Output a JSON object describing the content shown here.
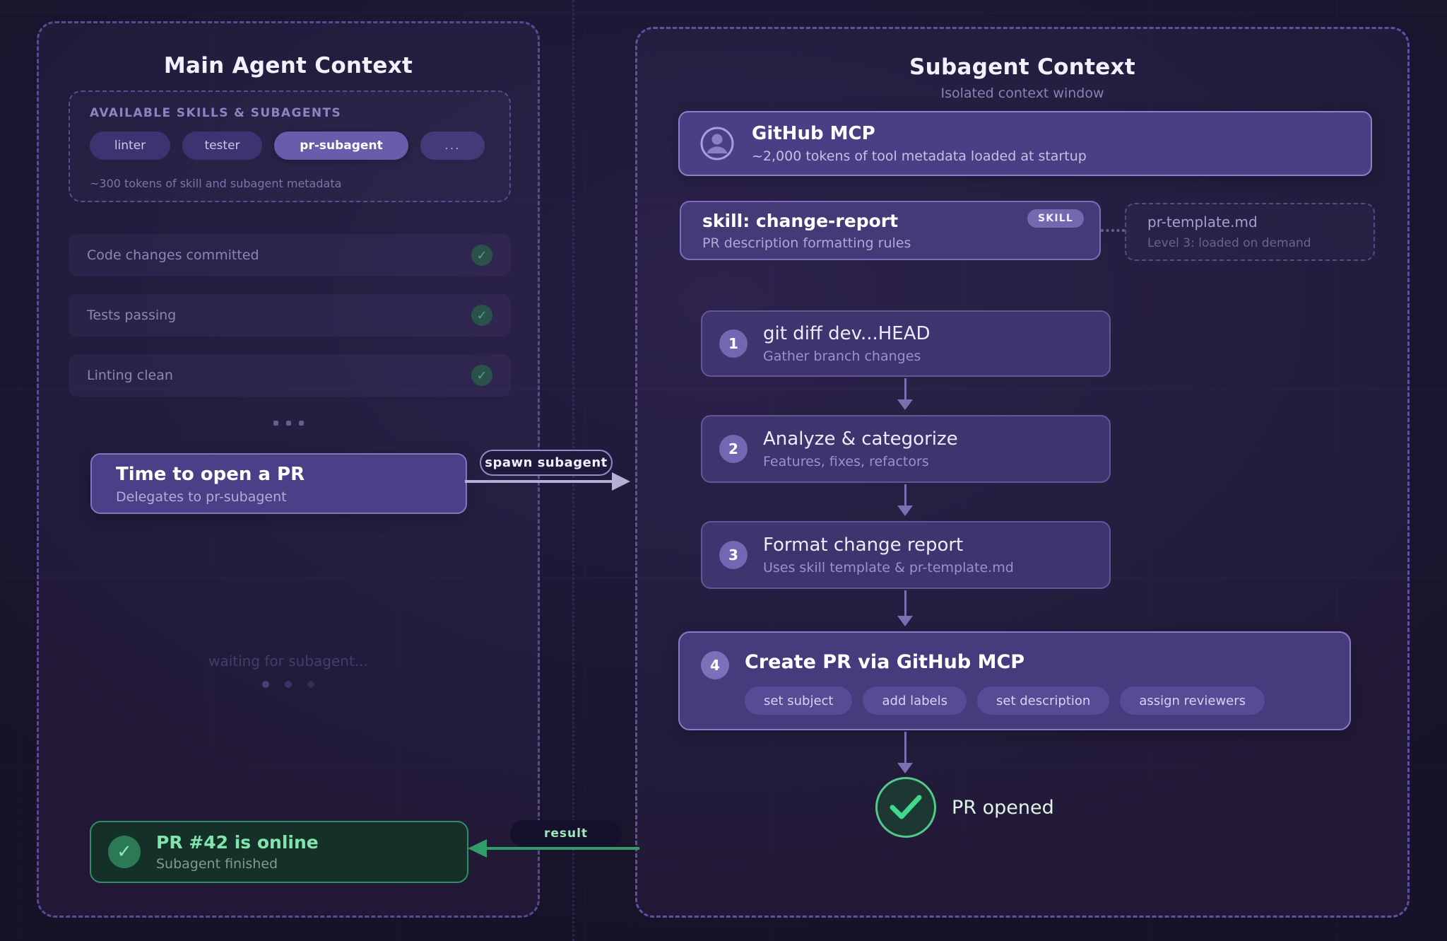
{
  "main_panel": {
    "title": "Main Agent Context",
    "skills_box": {
      "label": "AVAILABLE SKILLS & SUBAGENTS",
      "pills": [
        "linter",
        "tester",
        "pr-subagent",
        "..."
      ],
      "meta": "~300 tokens of skill and subagent metadata"
    },
    "checklist": [
      {
        "label": "Code changes committed",
        "check": "✓"
      },
      {
        "label": "Tests passing",
        "check": "✓"
      },
      {
        "label": "Linting clean",
        "check": "✓"
      }
    ],
    "delegate_card": {
      "title": "Time to open a PR",
      "subtitle": "Delegates to pr-subagent"
    },
    "waiting_text": "waiting for subagent...",
    "result_card": {
      "title": "PR #42 is online",
      "subtitle": "Subagent finished",
      "check": "✓"
    }
  },
  "subagent_panel": {
    "title": "Subagent Context",
    "subtitle": "Isolated context window",
    "mcp_card": {
      "title": "GitHub MCP",
      "subtitle": "~2,000 tokens of tool metadata loaded at startup"
    },
    "skill_card": {
      "title": "skill: change-report",
      "subtitle": "PR description formatting rules",
      "badge": "SKILL"
    },
    "template_card": {
      "title": "pr-template.md",
      "subtitle": "Level 3: loaded on demand"
    },
    "steps": [
      {
        "num": "1",
        "title": "git diff dev...HEAD",
        "subtitle": "Gather branch changes"
      },
      {
        "num": "2",
        "title": "Analyze & categorize",
        "subtitle": "Features, fixes, refactors"
      },
      {
        "num": "3",
        "title": "Format change report",
        "subtitle": "Uses skill template & pr-template.md"
      },
      {
        "num": "4",
        "title": "Create PR via GitHub MCP",
        "chips": [
          "set subject",
          "add labels",
          "set description",
          "assign reviewers"
        ]
      }
    ],
    "done_label": "PR opened"
  },
  "arrows": {
    "spawn_label": "spawn subagent",
    "result_label": "result"
  },
  "colors": {
    "background": "#1d1734",
    "panel_border": "#564b94",
    "card_purple": "#4a3e84",
    "accent_purple": "#6a5cab",
    "success_green": "#53c98c",
    "result_green": "#2f9e68",
    "success_card_bg": "#143029"
  }
}
